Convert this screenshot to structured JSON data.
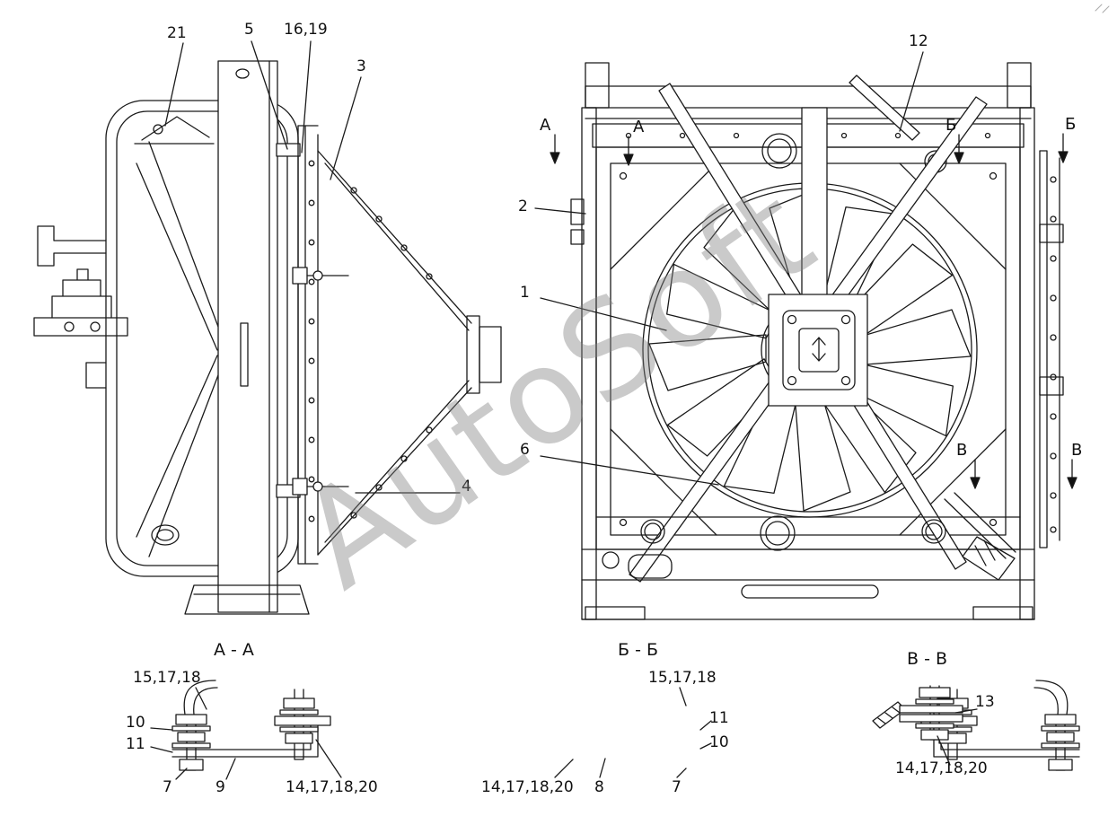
{
  "watermark": {
    "text": "AutoSoft"
  },
  "left_view": {
    "callout_21": "21",
    "callout_5": "5",
    "callout_16_19": "16,19",
    "callout_3": "3",
    "callout_4": "4"
  },
  "front_view": {
    "callout_12": "12",
    "callout_2": "2",
    "callout_1": "1",
    "callout_6": "6",
    "marker_a_outer": "А",
    "marker_a_inner": "А",
    "marker_b_inner": "Б",
    "marker_b_outer": "Б",
    "marker_v_inner": "В",
    "marker_v_outer": "В"
  },
  "section_aa": {
    "title": "А - А",
    "l_15_17_18": "15,17,18",
    "l_10": "10",
    "l_11": "11",
    "l_7": "7",
    "l_9": "9",
    "l_14": "14,17,18,20"
  },
  "section_bb": {
    "title": "Б - Б",
    "l_15_17_18": "15,17,18",
    "l_11": "11",
    "l_10": "10",
    "l_14": "14,17,18,20",
    "l_8": "8",
    "l_7": "7"
  },
  "section_vv": {
    "title": "В - В",
    "l_13": "13",
    "l_14": "14,17,18,20"
  }
}
